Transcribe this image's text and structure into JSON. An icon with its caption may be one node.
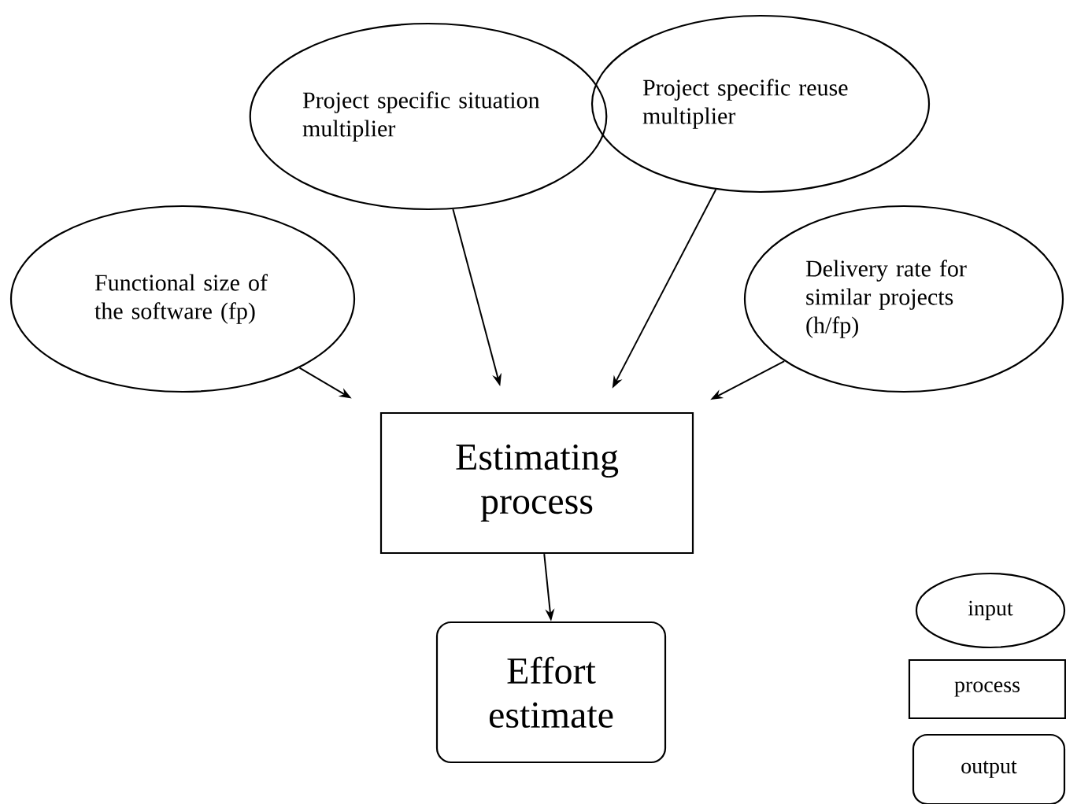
{
  "diagram": {
    "nodes": [
      {
        "text": [
          "Functional size of the software (fp)"
        ]
      },
      {
        "text": [
          "Project specific situation multiplier"
        ]
      },
      {
        "text": [
          "Project specific reuse multiplier"
        ]
      },
      {
        "text": [
          "Delivery rate for similar projects (h/fp)"
        ]
      },
      {
        "text": [
          "Estimating process"
        ]
      },
      {
        "text": [
          "Effort estimate"
        ]
      },
      {
        "text": [
          "input"
        ]
      },
      {
        "text": [
          "process"
        ]
      },
      {
        "text": [
          "output"
        ]
      }
    ],
    "edges": [
      {
        "from": 0,
        "to": 4,
        "arrow": "to"
      },
      {
        "from": 1,
        "to": 4,
        "arrow": "to"
      },
      {
        "from": 2,
        "to": 4,
        "arrow": "to"
      },
      {
        "from": 3,
        "to": 4,
        "arrow": "to"
      },
      {
        "from": 4,
        "to": 5,
        "arrow": "to"
      }
    ]
  }
}
